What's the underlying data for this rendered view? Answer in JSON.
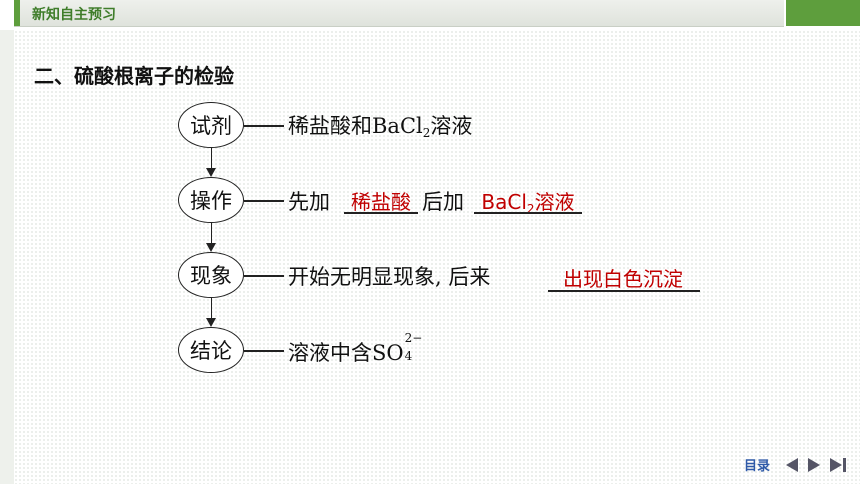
{
  "header": {
    "title": "新知自主预习"
  },
  "section_title": "二、硫酸根离子的检验",
  "steps": [
    {
      "label": "试剂",
      "text": "稀盐酸和BaCl",
      "sub": "2",
      "text_after": "溶液"
    },
    {
      "label": "操作",
      "prefix": "先加",
      "blank1": "稀盐酸",
      "middle": "后加",
      "blank2": "BaCl",
      "blank2_sub": "2",
      "blank2_after": "溶液"
    },
    {
      "label": "现象",
      "prefix": "开始无明显现象, 后来",
      "blank1": "出现白色沉淀"
    },
    {
      "label": "结论",
      "text": "溶液中含SO",
      "sup": "2−",
      "sub": "4"
    }
  ],
  "nav": {
    "toc": "目录"
  }
}
